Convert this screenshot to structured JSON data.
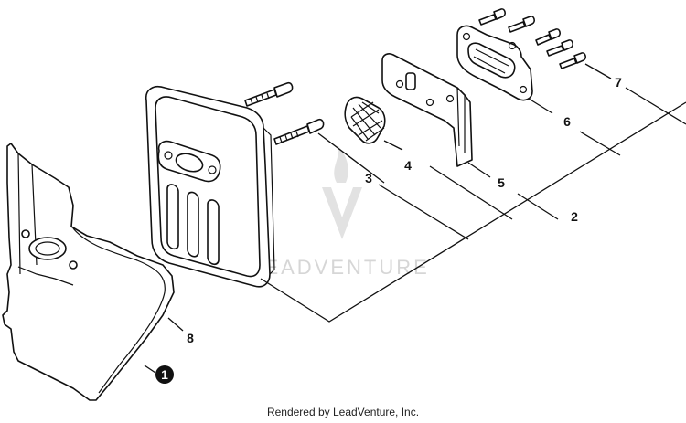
{
  "watermark": {
    "text": "LEADVENTURE"
  },
  "footer": {
    "credit": "Rendered by LeadVenture, Inc."
  },
  "callouts": {
    "c1": "1",
    "c2": "2",
    "c3": "3",
    "c4": "4",
    "c5": "5",
    "c6": "6",
    "c7": "7",
    "c8": "8"
  },
  "colors": {
    "line": "#111111",
    "watermark": "#d6d6d6",
    "background": "#ffffff"
  },
  "icons": [
    "leadventure-logo",
    "bolt",
    "screw",
    "callout-marker"
  ]
}
